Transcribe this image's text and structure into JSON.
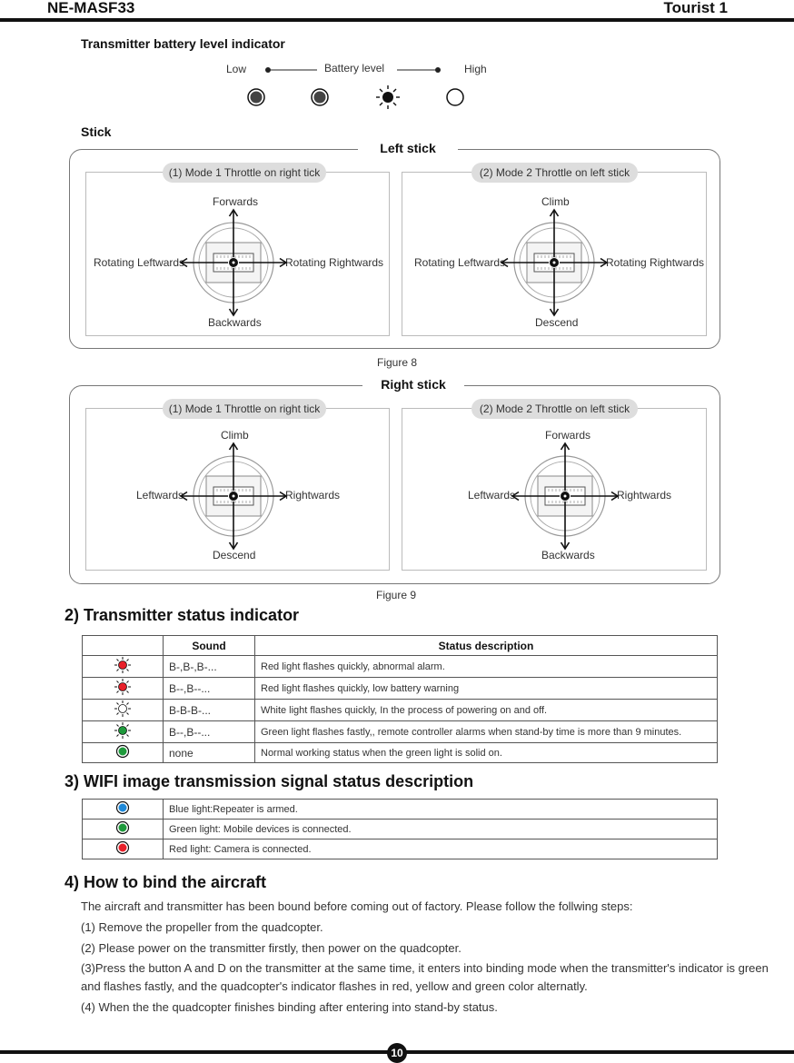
{
  "header": {
    "model": "NE-MASF33",
    "title": "Tourist 1"
  },
  "battery": {
    "heading": "Transmitter battery level indicator",
    "low": "Low",
    "center": "Battery level",
    "high": "High"
  },
  "stick_heading": "Stick",
  "left_panel": {
    "title": "Left stick",
    "mode1": {
      "label": "(1) Mode 1 Throttle on right tick",
      "up": "Forwards",
      "down": "Backwards",
      "left": "Rotating Leftwards",
      "right": "Rotating Rightwards"
    },
    "mode2": {
      "label": "(2) Mode 2 Throttle on left stick",
      "up": "Climb",
      "down": "Descend",
      "left": "Rotating Leftwards",
      "right": "Rotating Rightwards"
    },
    "figure": "Figure 8"
  },
  "right_panel": {
    "title": "Right stick",
    "mode1": {
      "label": "(1) Mode 1 Throttle on right tick",
      "up": "Climb",
      "down": "Descend",
      "left": "Leftwards",
      "right": "Rightwards"
    },
    "mode2": {
      "label": "(2) Mode 2 Throttle on left stick",
      "up": "Forwards",
      "down": "Backwards",
      "left": "Leftwards",
      "right": "Rightwards"
    },
    "figure": "Figure  9"
  },
  "status_section": {
    "heading": "2) Transmitter status indicator",
    "col_sound": "Sound",
    "col_desc": "Status description",
    "rows": [
      {
        "icon": "red-flash-icon",
        "sound": "B-,B-,B-...",
        "desc": "Red light flashes quickly, abnormal alarm."
      },
      {
        "icon": "red-flash-icon",
        "sound": "B--,B--...",
        "desc": "Red light flashes quickly, low battery warning"
      },
      {
        "icon": "white-flash-icon",
        "sound": "B-B-B-...",
        "desc": "White light flashes quickly, In the process of powering on and off."
      },
      {
        "icon": "green-flash-icon",
        "sound": "B--,B--...",
        "desc": "Green light flashes fastly,, remote controller alarms when stand-by time is more than 9 minutes."
      },
      {
        "icon": "green-solid-icon",
        "sound": "none",
        "desc": "Normal working status when the green light is solid on."
      }
    ]
  },
  "wifi_section": {
    "heading": "3) WIFI image transmission signal status description",
    "rows": [
      {
        "icon": "blue-light-icon",
        "desc": "Blue light:Repeater is armed."
      },
      {
        "icon": "green-light-icon",
        "desc": "Green light: Mobile devices is connected."
      },
      {
        "icon": "red-light-icon",
        "desc": "Red light: Camera is connected."
      }
    ]
  },
  "bind_section": {
    "heading": "4) How to bind the aircraft",
    "intro": "The aircraft and transmitter has been bound before coming out of factory. Please follow the follwing steps:",
    "step1": "(1) Remove the propeller from the quadcopter.",
    "step2": "(2) Please power on the transmitter firstly, then power on the quadcopter.",
    "step3a": "(3)Press the button A and D on the transmitter at the same time, it enters into binding mode when the transmitter's indicator is green",
    "step3b": "and flashes fastly, and the quadcopter's indicator flashes in red, yellow and green color alternatly.",
    "step4": "(4) When the the quadcopter finishes binding after  entering into stand-by status."
  },
  "page_number": "10",
  "colors": {
    "red": "#e8202a",
    "green": "#1f9a3c",
    "blue": "#1e88d8",
    "dark": "#111111"
  }
}
